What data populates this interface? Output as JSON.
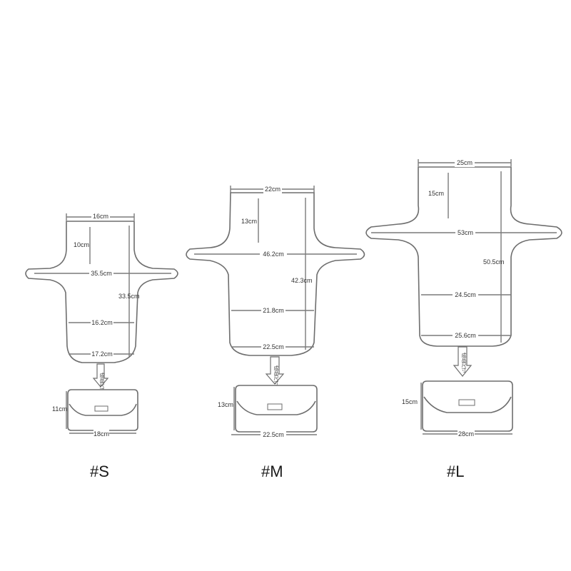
{
  "sizes": [
    {
      "id": "S",
      "label": "#S",
      "top_width": "16cm",
      "neck_depth": "10cm",
      "arm_span": "35.5cm",
      "height": "33.5cm",
      "mid_width": "16.2cm",
      "bottom_width": "17.2cm",
      "bag_height": "11cm",
      "bag_width": "18cm"
    },
    {
      "id": "M",
      "label": "#M",
      "top_width": "22cm",
      "neck_depth": "13cm",
      "arm_span": "46.2cm",
      "height": "42.3cm",
      "mid_width": "21.8cm",
      "bottom_width": "22.5cm",
      "bag_height": "13cm",
      "bag_width": "22.5cm"
    },
    {
      "id": "L",
      "label": "#L",
      "top_width": "25cm",
      "neck_depth": "15cm",
      "arm_span": "53cm",
      "height": "50.5cm",
      "mid_width": "24.5cm",
      "bottom_width": "25.6cm",
      "bag_height": "15cm",
      "bag_width": "28cm"
    }
  ],
  "arrow_text": "成品尺寸"
}
